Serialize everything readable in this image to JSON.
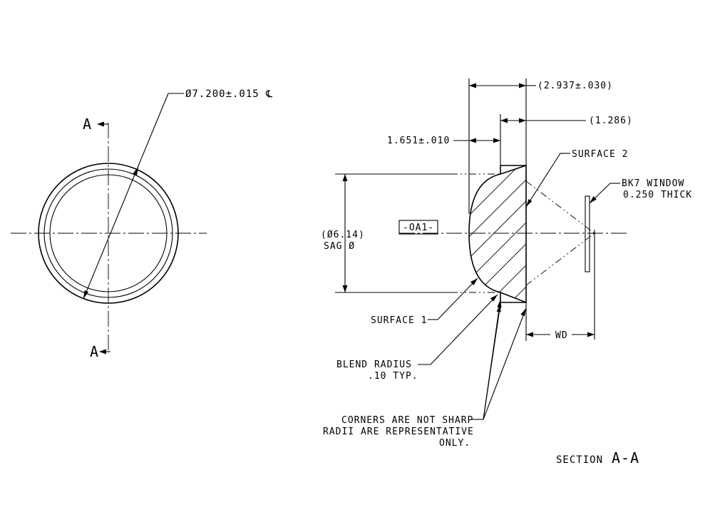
{
  "front_view": {
    "diameter_note": "Ø7.200±.015 ℄",
    "section_marker_top": "A",
    "section_marker_bottom": "A"
  },
  "section_view": {
    "dim_overall_thickness": "(2.937±.030)",
    "dim_flange_offset": "(1.286)",
    "dim_sag_depth": "1.651±.010",
    "label_surface_2": "SURFACE 2",
    "label_window_line1": "BK7 WINDOW",
    "label_window_line2": "0.250 THICK",
    "datum_label": "-OA1-",
    "label_sag_line1": "(Ø6.14)",
    "label_sag_line2": "SAG Ø",
    "label_surface_1": "SURFACE 1",
    "label_wd": "WD",
    "label_blend_line1": "BLEND  RADIUS",
    "label_blend_line2": ".10 TYP.",
    "note_corners_line1": "CORNERS ARE NOT SHARP",
    "note_corners_line2": "RADII ARE REPRESENTATIVE",
    "note_corners_line3": "ONLY.",
    "section_title_word": "SECTION",
    "section_title_id": "A-A"
  }
}
